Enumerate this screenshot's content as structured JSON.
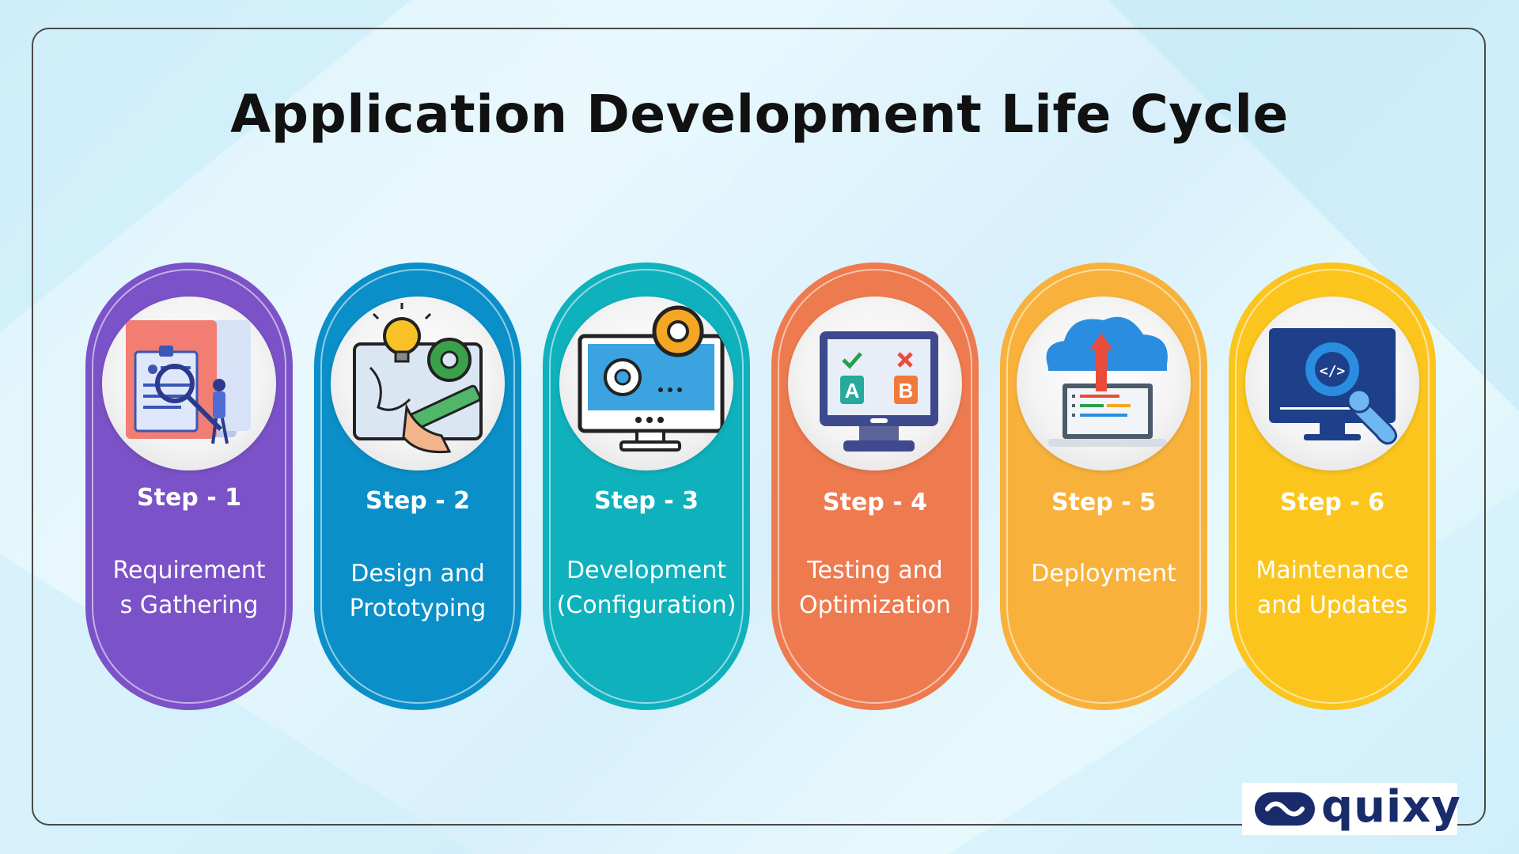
{
  "title": "Application Development Life Cycle",
  "steps": [
    {
      "label": "Step - 1",
      "desc": "Requirement\ns Gathering",
      "color": "#7b52c7",
      "icon": "requirements-clipboard-icon"
    },
    {
      "label": "Step - 2",
      "desc": "Design and\nPrototyping",
      "color": "#0b8fc8",
      "icon": "design-blueprint-icon"
    },
    {
      "label": "Step - 3",
      "desc": "Development\n(Configuration)",
      "color": "#0fb1bd",
      "icon": "development-gears-monitor-icon"
    },
    {
      "label": "Step - 4",
      "desc": "Testing and\nOptimization",
      "color": "#ee7a4f",
      "icon": "ab-testing-monitor-icon"
    },
    {
      "label": "Step - 5",
      "desc": "Deployment",
      "color": "#f8b23c",
      "icon": "cloud-deploy-laptop-icon"
    },
    {
      "label": "Step - 6",
      "desc": "Maintenance\nand Updates",
      "color": "#fbc51d",
      "icon": "maintenance-wrench-monitor-icon"
    }
  ],
  "logo": {
    "text": "quixy",
    "color": "#1a2b6b"
  }
}
